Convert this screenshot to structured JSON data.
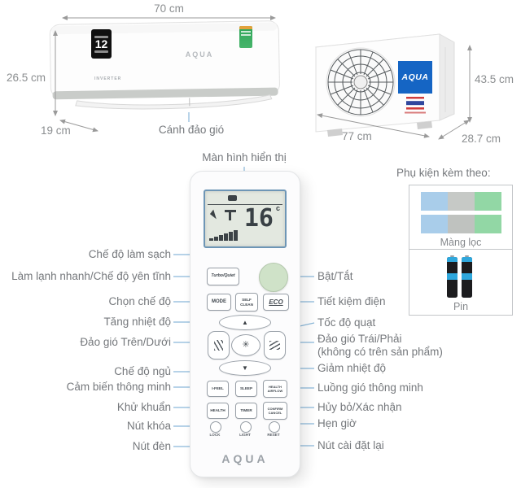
{
  "indoor_unit": {
    "brand": "AQUA",
    "inverter_label": "INVERTER",
    "energy_badge": "12",
    "width": "70 cm",
    "height": "26.5 cm",
    "depth": "19 cm",
    "flap_label": "Cánh đảo gió"
  },
  "outdoor_unit": {
    "brand": "AQUA",
    "width": "77 cm",
    "height": "43.5 cm",
    "depth": "28.7 cm"
  },
  "remote": {
    "display_label": "Màn hình hiển thị",
    "temperature": "16",
    "temperature_unit": "c",
    "brand": "AQUA",
    "icons": {
      "up": "▲",
      "down": "▼",
      "fan": "✳"
    },
    "buttons": {
      "turbo_quiet": "Turbo/Quiet",
      "mode": "MODE",
      "self_clean_line1": "SELF",
      "self_clean_line2": "CLEAN",
      "eco": "ECO",
      "i_feel": "I-FEEL",
      "sleep": "SLEEP",
      "health_airflow_line1": "HEALTH",
      "health_airflow_line2": "AIRFLOW",
      "health": "HEALTH",
      "timer": "TIMER",
      "confirm_cancel_line1": "CONFIRM",
      "confirm_cancel_line2": "CANCEL",
      "lock": "LOCK",
      "light": "LIGHT",
      "reset": "RESET"
    },
    "left_labels": [
      "Chế độ làm sạch",
      "Làm lạnh nhanh/Chế độ yên tĩnh",
      "Chọn chế độ",
      "Tăng nhiệt độ",
      "Đảo gió Trên/Dưới",
      "Chế độ ngủ",
      "Cảm biến thông minh",
      "Khử khuẩn",
      "Nút khóa",
      "Nút đèn"
    ],
    "right_labels": [
      "Bật/Tắt",
      "Tiết kiệm điện",
      "Tốc độ quạt",
      "Đảo gió Trái/Phải",
      "(không có trên sản phẩm)",
      "Giảm nhiệt độ",
      "Luồng gió thông minh",
      "Hủy bỏ/Xác nhận",
      "Hẹn giờ",
      "Nút cài đặt lại"
    ]
  },
  "accessories": {
    "title": "Phụ kiện kèm theo:",
    "filter_label": "Màng lọc",
    "battery_label": "Pin"
  },
  "colors": {
    "logo_blue": "#1565c4",
    "callout_line_blue": "#8ab8da",
    "label_gray": "#75787c",
    "power_green": "#cfe2c8",
    "filter_blue": "#a9cdea",
    "filter_gray": "#c6c9c6",
    "filter_green": "#92d7a5",
    "battery_blue": "#2fa7dc",
    "flag_red": "#cf3d3d",
    "flag_blue": "#30479e"
  }
}
